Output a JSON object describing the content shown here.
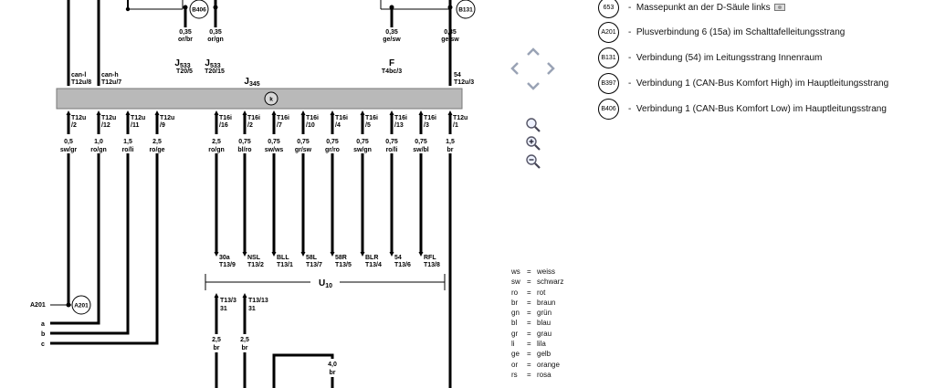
{
  "top_connectors": [
    {
      "id": "tc1",
      "section": "0,35",
      "color": "or/br",
      "comp_main": "J",
      "comp_sub": "533",
      "pin": "T20/5"
    },
    {
      "id": "tc2",
      "section": "0,35",
      "color": "or/gn",
      "comp_main": "J",
      "comp_sub": "533",
      "pin": "T20/15"
    },
    {
      "id": "tc3",
      "section": "0,35",
      "color": "ge/sw",
      "comp_main": "F",
      "comp_sub": "",
      "pin": "T4bc/3"
    },
    {
      "id": "tc4",
      "section": "0,35",
      "color": "ge/sw",
      "comp_main": "",
      "comp_sub": "",
      "pin": ""
    }
  ],
  "top_circles": {
    "b406": "B406",
    "b131": "B131"
  },
  "control_unit": {
    "main": "J",
    "sub": "345"
  },
  "bus_top_labels": [
    {
      "line1": "can-l",
      "line2": "T12u/8"
    },
    {
      "line1": "can-h",
      "line2": "T12u/7"
    },
    {
      "line1": "54",
      "line2": "T12u/3"
    }
  ],
  "pins_below": [
    {
      "p1": "T12u",
      "p2": "/2",
      "section": "0,5",
      "color": "sw/gr"
    },
    {
      "p1": "T12u",
      "p2": "/12",
      "section": "1,0",
      "color": "ro/gn"
    },
    {
      "p1": "T12u",
      "p2": "/11",
      "section": "1,5",
      "color": "ro/li"
    },
    {
      "p1": "T12u",
      "p2": "/9",
      "section": "2,5",
      "color": "ro/ge"
    },
    {
      "p1": "T16i",
      "p2": "/16",
      "section": "2,5",
      "color": "ro/gn"
    },
    {
      "p1": "T16i",
      "p2": "/2",
      "section": "0,75",
      "color": "bl/ro"
    },
    {
      "p1": "T16i",
      "p2": "/7",
      "section": "0,75",
      "color": "sw/ws"
    },
    {
      "p1": "T16i",
      "p2": "/10",
      "section": "0,75",
      "color": "gr/sw"
    },
    {
      "p1": "T16i",
      "p2": "/4",
      "section": "0,75",
      "color": "gr/ro"
    },
    {
      "p1": "T16i",
      "p2": "/5",
      "section": "0,75",
      "color": "sw/gn"
    },
    {
      "p1": "T16i",
      "p2": "/13",
      "section": "0,75",
      "color": "ro/li"
    },
    {
      "p1": "T16i",
      "p2": "/3",
      "section": "0,75",
      "color": "sw/bl"
    },
    {
      "p1": "T12u",
      "p2": "/1",
      "section": "1,5",
      "color": "br"
    }
  ],
  "u10_pins": [
    {
      "l1": "30a",
      "l2": "T13/9"
    },
    {
      "l1": "NSL",
      "l2": "T13/2"
    },
    {
      "l1": "BLL",
      "l2": "T13/1"
    },
    {
      "l1": "58L",
      "l2": "T13/7"
    },
    {
      "l1": "58R",
      "l2": "T13/5"
    },
    {
      "l1": "BLR",
      "l2": "T13/4"
    },
    {
      "l1": "54",
      "l2": "T13/6"
    },
    {
      "l1": "RFL",
      "l2": "T13/8"
    }
  ],
  "u10": {
    "main": "U",
    "sub": "10"
  },
  "u10_bottom": [
    {
      "pin": "T13/3",
      "num": "31",
      "section": "2,5",
      "color": "br"
    },
    {
      "pin": "T13/13",
      "num": "31",
      "section": "2,5",
      "color": "br"
    }
  ],
  "section_40": {
    "section": "4,0",
    "color": "br"
  },
  "a201": {
    "label": "A201",
    "circle": "A201"
  },
  "side_labels": [
    "a",
    "b",
    "c"
  ],
  "legend": [
    {
      "code": "653",
      "text": "Massepunkt an der D-Säule links"
    },
    {
      "code": "A201",
      "text": "Plusverbindung 6 (15a) im Schalttafelleitungsstrang"
    },
    {
      "code": "B131",
      "text": "Verbindung (54) im Leitungsstrang Innenraum"
    },
    {
      "code": "B397",
      "text": "Verbindung 1 (CAN-Bus Komfort High) im Hauptleitungsstrang"
    },
    {
      "code": "B406",
      "text": "Verbindung 1 (CAN-Bus Komfort Low) im Hauptleitungsstrang"
    }
  ],
  "color_legend": [
    {
      "code": "ws",
      "name": "weiss"
    },
    {
      "code": "sw",
      "name": "schwarz"
    },
    {
      "code": "ro",
      "name": "rot"
    },
    {
      "code": "br",
      "name": "braun"
    },
    {
      "code": "gn",
      "name": "grün"
    },
    {
      "code": "bl",
      "name": "blau"
    },
    {
      "code": "gr",
      "name": "grau"
    },
    {
      "code": "li",
      "name": "lila"
    },
    {
      "code": "ge",
      "name": "gelb"
    },
    {
      "code": "or",
      "name": "orange"
    },
    {
      "code": "rs",
      "name": "rosa"
    }
  ],
  "icons": {
    "nav_up": "arrow-up-icon",
    "nav_left": "arrow-left-icon",
    "nav_right": "arrow-right-icon",
    "nav_down": "arrow-down-icon",
    "zoom_reset": "magnifier-icon",
    "zoom_in": "zoom-in-icon",
    "zoom_out": "zoom-out-icon",
    "photo": "camera-icon"
  },
  "colors": {
    "line": "#000000",
    "bar": "#b9b9b9",
    "nav": "#9aa3b5"
  }
}
